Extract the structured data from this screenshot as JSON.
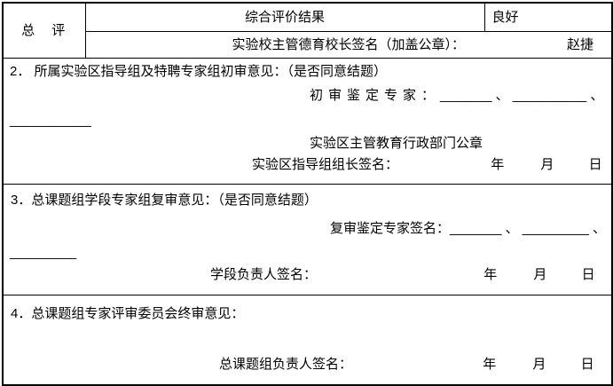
{
  "colors": {
    "border": "#000000",
    "text": "#000000",
    "background": "#ffffff"
  },
  "header": {
    "row_label": "总　评",
    "result_label": "综合评价结果",
    "result_value": "良好",
    "principal_sign_label": "实验校主管德育校长签名（加盖公章）：",
    "principal_sign_value": "赵捷"
  },
  "date_labels": {
    "year": "年",
    "month": "月",
    "day": "日"
  },
  "section_initial": {
    "title": "2． 所属实验区指导组及特聘专家组初审意见：（是否同意结题）",
    "experts_label": "初审鉴定专家：",
    "experts_blanks": "_______ 、 __________ 、",
    "experts_blank_wrap": "___________",
    "seal_note": "实验区主管教育行政部门公章",
    "sign_label": "实验区指导组组长签名："
  },
  "section_review": {
    "title": "3．总课题组学段专家组复审意见：（是否同意结题）",
    "experts_label": "复审鉴定专家签名：",
    "experts_blanks": "_______ 、 _________ 、",
    "experts_blank_wrap": "_________",
    "sign_label": "学段负责人签名："
  },
  "section_final": {
    "title": "4．总课题组专家评审委员会终审意见：",
    "sign_label": "总课题组负责人签名："
  }
}
